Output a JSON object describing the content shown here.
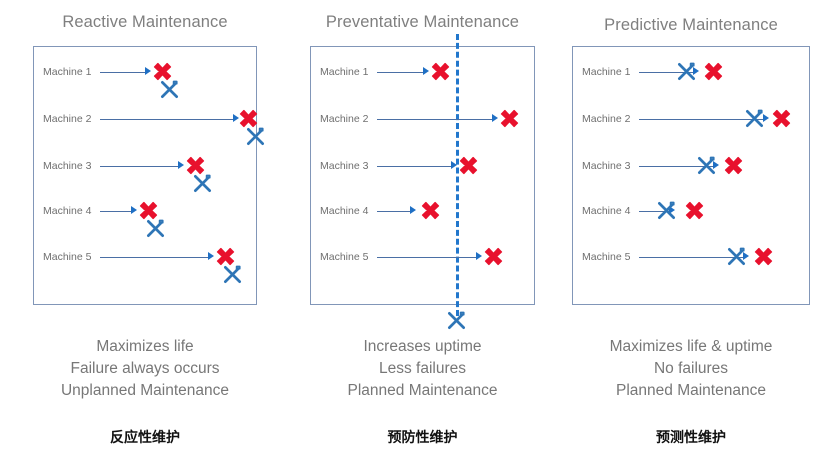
{
  "figure": {
    "title_color": "#7f7f7f",
    "box_border_color": "#8196b8",
    "failure_color": "#e8112d",
    "maintenance_color": "#2e75b6",
    "arrow_color": "#4a6fa5",
    "threshold_color": "#2277cc"
  },
  "panels": [
    {
      "id": "reactive",
      "title": "Reactive Maintenance",
      "cn_label": "反应性维护",
      "caption_lines": [
        "Maximizes life",
        "Failure always occurs",
        "Unplanned Maintenance"
      ],
      "threshold": null,
      "machines": [
        {
          "label": "Machine 1",
          "line_end_pct": 50,
          "failure_pct": 55,
          "maintenance_pct": 56,
          "maintenance_after": true
        },
        {
          "label": "Machine 2",
          "line_end_pct": 93,
          "failure_pct": 97,
          "maintenance_pct": 98,
          "maintenance_after": true
        },
        {
          "label": "Machine 3",
          "line_end_pct": 66,
          "failure_pct": 71,
          "maintenance_pct": 72,
          "maintenance_after": true
        },
        {
          "label": "Machine 4",
          "line_end_pct": 43,
          "failure_pct": 48,
          "maintenance_pct": 49,
          "maintenance_after": true
        },
        {
          "label": "Machine 5",
          "line_end_pct": 81,
          "failure_pct": 86,
          "maintenance_pct": 87,
          "maintenance_after": true
        }
      ]
    },
    {
      "id": "preventative",
      "title": "Preventative Maintenance",
      "cn_label": "预防性维护",
      "caption_lines": [
        "Increases uptime",
        "Less failures",
        "Planned Maintenance"
      ],
      "threshold": {
        "position_pct": 66,
        "icon": "wrench-icon"
      },
      "machines": [
        {
          "label": "Machine 1",
          "line_end_pct": 50,
          "failure_pct": 55,
          "maintenance_pct": null,
          "maintenance_after": false
        },
        {
          "label": "Machine 2",
          "line_end_pct": 84,
          "failure_pct": 89,
          "maintenance_pct": null,
          "maintenance_after": false
        },
        {
          "label": "Machine 3",
          "line_end_pct": 64,
          "failure_pct": 69,
          "maintenance_pct": null,
          "maintenance_after": false
        },
        {
          "label": "Machine 4",
          "line_end_pct": 44,
          "failure_pct": 50,
          "maintenance_pct": null,
          "maintenance_after": false
        },
        {
          "label": "Machine 5",
          "line_end_pct": 76,
          "failure_pct": 81,
          "maintenance_pct": null,
          "maintenance_after": false
        }
      ]
    },
    {
      "id": "predictive",
      "title": "Predictive Maintenance",
      "cn_label": "预测性维护",
      "caption_lines": [
        "Maximizes life & uptime",
        "No failures",
        "Planned Maintenance"
      ],
      "threshold": null,
      "machines": [
        {
          "label": "Machine 1",
          "line_end_pct": 51,
          "failure_pct": 57,
          "maintenance_pct": 44,
          "maintenance_after": false
        },
        {
          "label": "Machine 2",
          "line_end_pct": 83,
          "failure_pct": 88,
          "maintenance_pct": 75,
          "maintenance_after": false
        },
        {
          "label": "Machine 3",
          "line_end_pct": 60,
          "failure_pct": 66,
          "maintenance_pct": 53,
          "maintenance_after": false
        },
        {
          "label": "Machine 4",
          "line_end_pct": 40,
          "failure_pct": 48,
          "maintenance_pct": 35,
          "maintenance_after": false
        },
        {
          "label": "Machine 5",
          "line_end_pct": 74,
          "failure_pct": 80,
          "maintenance_pct": 67,
          "maintenance_after": false
        }
      ]
    }
  ]
}
